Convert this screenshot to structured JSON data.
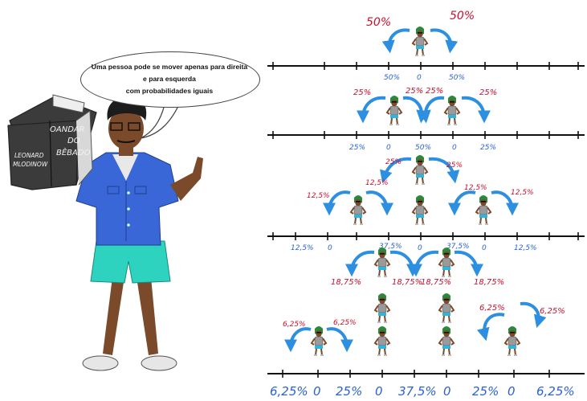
{
  "speech": {
    "line1": "Uma pessoa pode se mover apenas para direita",
    "line2": "e para esquerda",
    "line3": "com probabilidades iguais"
  },
  "book": {
    "title_line1": "OANDAR",
    "title_line2": "DO",
    "title_line3": "BÊBADO",
    "author_line1": "LEONARD",
    "author_line2": "MLODINOW"
  },
  "row1": {
    "move_left": "50%",
    "move_right": "50%",
    "axis": [
      "50%",
      "0",
      "50%"
    ]
  },
  "row2": {
    "moves": [
      "25%",
      "25%",
      "25%",
      "25%"
    ],
    "axis": [
      "25%",
      "0",
      "50%",
      "0",
      "25%"
    ]
  },
  "row3": {
    "moves": [
      "12,5%",
      "12,5%",
      "25%",
      "25%",
      "12,5%",
      "12,5%"
    ],
    "axis": [
      "12,5%",
      "0",
      "37,5%",
      "0",
      "37,5%",
      "0",
      "12,5%"
    ]
  },
  "row4": {
    "moves": [
      "18,75%",
      "18,75%",
      "18,75%",
      "18,75%"
    ]
  },
  "row5": {
    "moves": [
      "6,25%",
      "6,25%",
      "6,25%",
      "6,25%"
    ],
    "axis": [
      "6,25%",
      "0",
      "25%",
      "0",
      "37,5%",
      "0",
      "25%",
      "0",
      "6,25%"
    ]
  },
  "colors": {
    "probability_red": "#c8102e",
    "probability_blue": "#2a62d6",
    "arrow_blue": "#2d8fe0",
    "shirt": "#3a67d8",
    "shorts": "#2ed3c0",
    "book": "#3b3b3b",
    "skin": "#7b4a2a"
  }
}
